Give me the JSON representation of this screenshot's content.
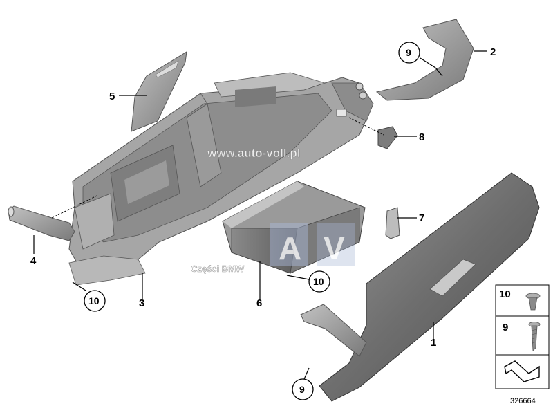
{
  "watermark": {
    "site": "www.auto-voll.pl",
    "brand_left": "A",
    "brand_right": "V",
    "caption": "Części BMW"
  },
  "callouts": {
    "p1": "1",
    "p2": "2",
    "p3": "3",
    "p4": "4",
    "p5": "5",
    "p6": "6",
    "p7": "7",
    "p8": "8",
    "c9_top": "9",
    "c9_bottom": "9",
    "c10_left": "10",
    "c10_mid": "10"
  },
  "legend": {
    "item10": "10",
    "item9": "9"
  },
  "diagram_id": "326664",
  "colors": {
    "part_dark": "#6f6f6f",
    "part_mid": "#8c8c8c",
    "part_light": "#b4b4b4",
    "watermark_blue": "#8a9ec8"
  }
}
